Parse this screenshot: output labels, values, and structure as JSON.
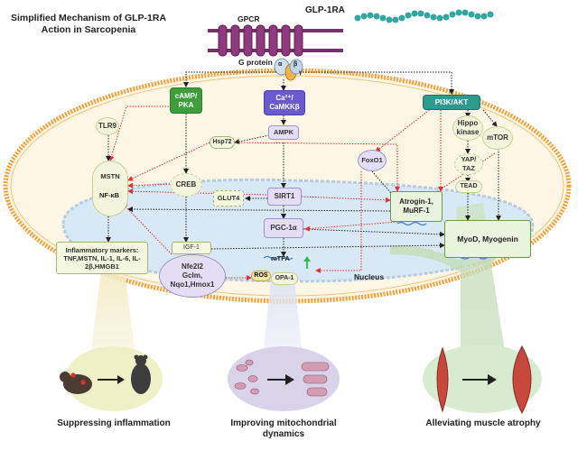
{
  "title": "Simplified Mechanism of GLP-1RA Action in Sarcopenia",
  "membrane": {
    "gpcr": "GPCR",
    "ligand": "GLP-1RA",
    "g_protein": "G protein",
    "alpha": "α",
    "beta": "β",
    "gamma": "γ"
  },
  "nodes": {
    "camp": "cAMP/ PKA",
    "ca": "Ca²⁺/ CaMKKβ",
    "pi3k": "PI3K/AKT",
    "tlr9": "TLR9",
    "ampk": "AMPK",
    "hippo": "Hippo kinase",
    "mtor": "mTOR",
    "hsp72": "Hsp72",
    "foxo1": "FoxO1",
    "yap": "YAP/ TAZ",
    "tead": "TEAD",
    "mstn": "MSTN",
    "nfkb": "NF-κB",
    "creb": "CREB",
    "sirt1": "SIRT1",
    "glut4": "GLUT4",
    "atrogin": "Atrogin-1, MuRF-1",
    "pgc": "PGC-1α",
    "myod": "MyoD, Myogenin",
    "igf1": "IGF-1",
    "inflam_title": "Inflammatory markers:",
    "inflam_list": "TNF,MSTN, IL-1, IL-6, IL-2β,HMGB1",
    "nfe2l2": "Nfe2l2",
    "gclm": "Gclm, Nqo1,Hmox1",
    "mtfa": "mTFA",
    "ros": "ROS",
    "opa1": "OPA-1",
    "nucleus": "Nucleus"
  },
  "outcomes": [
    {
      "label": "Suppressing inflammation"
    },
    {
      "label": "Improving mitochondrial dynamics"
    },
    {
      "label": "Alleviating muscle atrophy"
    }
  ],
  "colors": {
    "membrane": "#f2a13a",
    "cell": "#fdf6e4",
    "nucleus": "#d9e8f5",
    "inhibit": "#e0302f",
    "activate": "#222222",
    "up": "#2fb84a"
  }
}
